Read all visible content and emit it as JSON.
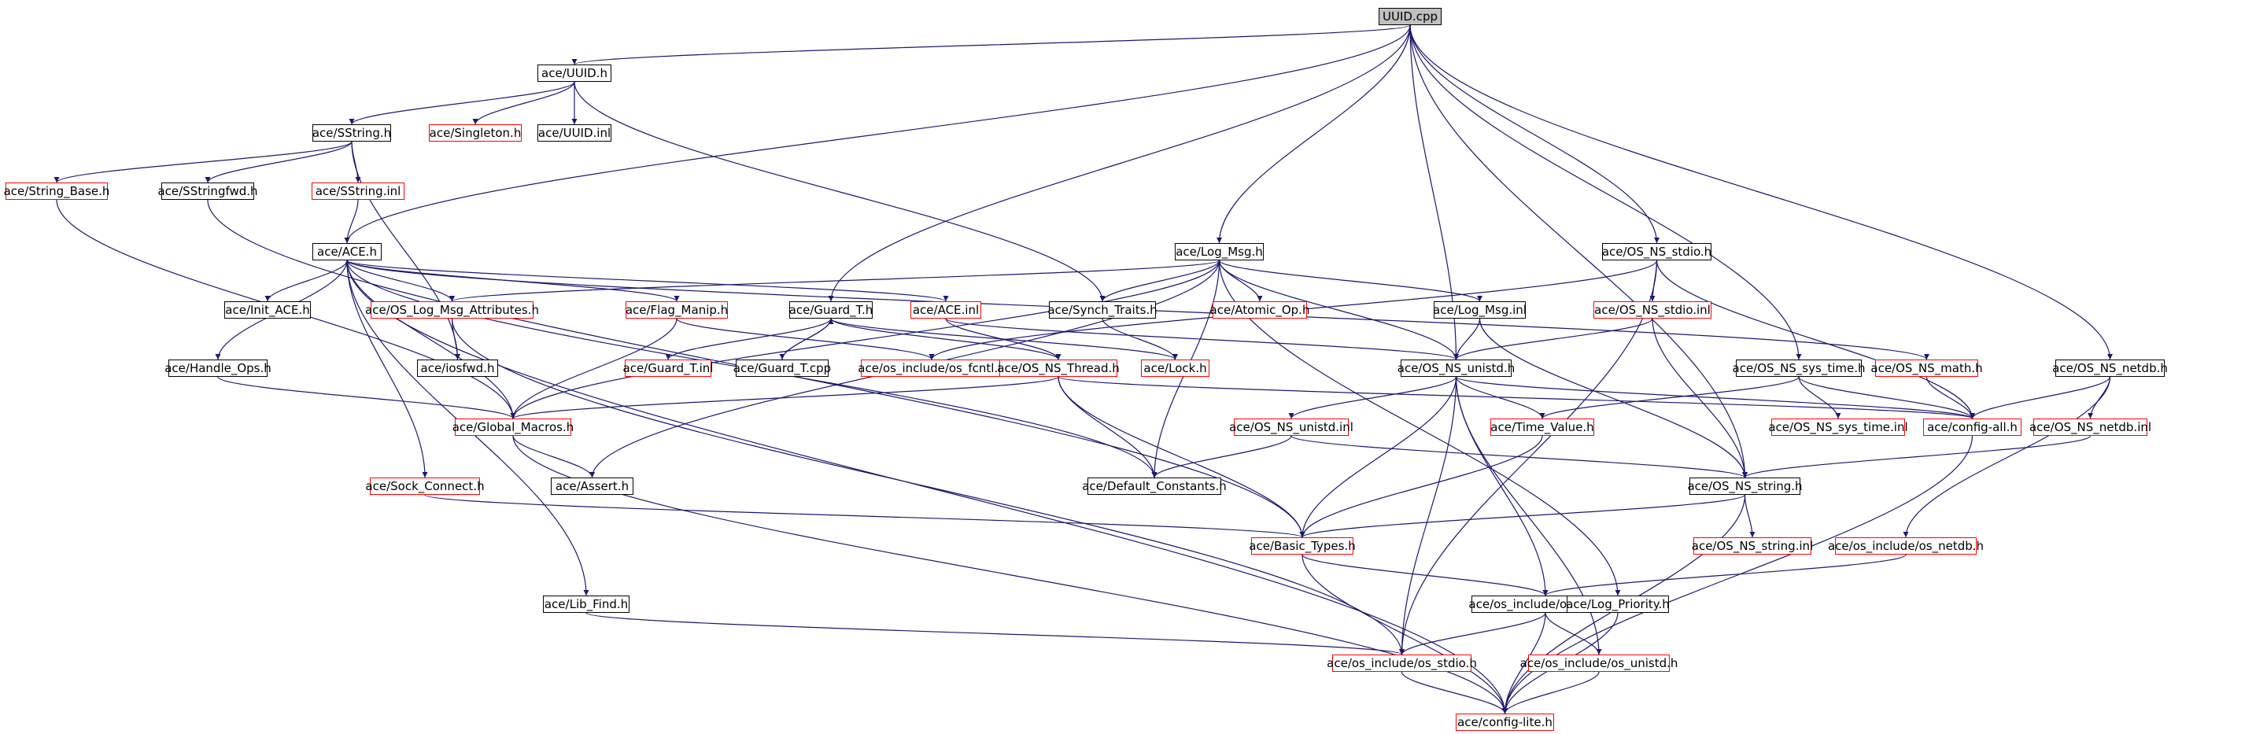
{
  "colors": {
    "edge": "#191970",
    "border_documented": "#000000",
    "border_undocumented": "#ff0000",
    "root_fill": "#bfbfbf"
  },
  "nodes": [
    {
      "id": "uuid_cpp",
      "label": "UUID.cpp",
      "style": "root"
    },
    {
      "id": "uuid_h",
      "label": "ace/UUID.h",
      "style": "normal"
    },
    {
      "id": "sstring_h",
      "label": "ace/SString.h",
      "style": "normal"
    },
    {
      "id": "singleton_h",
      "label": "ace/Singleton.h",
      "style": "missing"
    },
    {
      "id": "uuid_inl",
      "label": "ace/UUID.inl",
      "style": "normal"
    },
    {
      "id": "string_base_h",
      "label": "ace/String_Base.h",
      "style": "missing"
    },
    {
      "id": "sstringfwd_h",
      "label": "ace/SStringfwd.h",
      "style": "normal"
    },
    {
      "id": "sstring_inl",
      "label": "ace/SString.inl",
      "style": "missing"
    },
    {
      "id": "ace_h",
      "label": "ace/ACE.h",
      "style": "normal"
    },
    {
      "id": "log_msg_h",
      "label": "ace/Log_Msg.h",
      "style": "normal"
    },
    {
      "id": "os_ns_stdio_h",
      "label": "ace/OS_NS_stdio.h",
      "style": "normal"
    },
    {
      "id": "init_ace_h",
      "label": "ace/Init_ACE.h",
      "style": "normal"
    },
    {
      "id": "os_log_msg_attr_h",
      "label": "ace/OS_Log_Msg_Attributes.h",
      "style": "missing"
    },
    {
      "id": "flag_manip_h",
      "label": "ace/Flag_Manip.h",
      "style": "missing"
    },
    {
      "id": "guard_t_h",
      "label": "ace/Guard_T.h",
      "style": "normal"
    },
    {
      "id": "ace_inl",
      "label": "ace/ACE.inl",
      "style": "missing"
    },
    {
      "id": "synch_traits_h",
      "label": "ace/Synch_Traits.h",
      "style": "normal"
    },
    {
      "id": "atomic_op_h",
      "label": "ace/Atomic_Op.h",
      "style": "missing"
    },
    {
      "id": "log_msg_inl",
      "label": "ace/Log_Msg.inl",
      "style": "normal"
    },
    {
      "id": "os_ns_stdio_inl",
      "label": "ace/OS_NS_stdio.inl",
      "style": "missing"
    },
    {
      "id": "os_ns_math_h",
      "label": "ace/OS_NS_math.h",
      "style": "missing"
    },
    {
      "id": "os_ns_sys_time_h",
      "label": "ace/OS_NS_sys_time.h",
      "style": "normal"
    },
    {
      "id": "os_ns_netdb_h",
      "label": "ace/OS_NS_netdb.h",
      "style": "normal"
    },
    {
      "id": "handle_ops_h",
      "label": "ace/Handle_Ops.h",
      "style": "normal"
    },
    {
      "id": "iosfwd_h",
      "label": "ace/iosfwd.h",
      "style": "normal"
    },
    {
      "id": "guard_t_inl",
      "label": "ace/Guard_T.inl",
      "style": "missing"
    },
    {
      "id": "guard_t_cpp",
      "label": "ace/Guard_T.cpp",
      "style": "normal"
    },
    {
      "id": "os_fcntl_h",
      "label": "ace/os_include/os_fcntl.h",
      "style": "missing"
    },
    {
      "id": "os_ns_thread_h",
      "label": "ace/OS_NS_Thread.h",
      "style": "missing"
    },
    {
      "id": "lock_h",
      "label": "ace/Lock.h",
      "style": "missing"
    },
    {
      "id": "os_ns_unistd_h",
      "label": "ace/OS_NS_unistd.h",
      "style": "normal"
    },
    {
      "id": "os_ns_sys_time_inl",
      "label": "ace/OS_NS_sys_time.inl",
      "style": "missing"
    },
    {
      "id": "config_all_h",
      "label": "ace/config-all.h",
      "style": "missing"
    },
    {
      "id": "os_ns_netdb_inl",
      "label": "ace/OS_NS_netdb.inl",
      "style": "missing"
    },
    {
      "id": "global_macros_h",
      "label": "ace/Global_Macros.h",
      "style": "missing"
    },
    {
      "id": "os_ns_unistd_inl",
      "label": "ace/OS_NS_unistd.inl",
      "style": "missing"
    },
    {
      "id": "time_value_h",
      "label": "ace/Time_Value.h",
      "style": "missing"
    },
    {
      "id": "sock_connect_h",
      "label": "ace/Sock_Connect.h",
      "style": "missing"
    },
    {
      "id": "assert_h",
      "label": "ace/Assert.h",
      "style": "normal"
    },
    {
      "id": "default_constants_h",
      "label": "ace/Default_Constants.h",
      "style": "normal"
    },
    {
      "id": "os_ns_string_h",
      "label": "ace/OS_NS_string.h",
      "style": "normal"
    },
    {
      "id": "basic_types_h",
      "label": "ace/Basic_Types.h",
      "style": "missing"
    },
    {
      "id": "os_ns_string_inl",
      "label": "ace/OS_NS_string.inl",
      "style": "missing"
    },
    {
      "id": "os_netdb_h",
      "label": "ace/os_include/os_netdb.h",
      "style": "missing"
    },
    {
      "id": "lib_find_h",
      "label": "ace/Lib_Find.h",
      "style": "normal"
    },
    {
      "id": "os_limits_h",
      "label": "ace/os_include/os_limits.h",
      "style": "normal"
    },
    {
      "id": "log_priority_h",
      "label": "ace/Log_Priority.h",
      "style": "normal"
    },
    {
      "id": "os_stdio_h",
      "label": "ace/os_include/os_stdio.h",
      "style": "missing"
    },
    {
      "id": "os_unistd_h",
      "label": "ace/os_include/os_unistd.h",
      "style": "missing"
    },
    {
      "id": "config_lite_h",
      "label": "ace/config-lite.h",
      "style": "missing"
    }
  ],
  "edges": [
    [
      "uuid_cpp",
      "uuid_h"
    ],
    [
      "uuid_cpp",
      "ace_h"
    ],
    [
      "uuid_cpp",
      "log_msg_h"
    ],
    [
      "uuid_cpp",
      "guard_t_h"
    ],
    [
      "uuid_cpp",
      "os_ns_stdio_h"
    ],
    [
      "uuid_cpp",
      "os_ns_unistd_h"
    ],
    [
      "uuid_cpp",
      "os_ns_sys_time_h"
    ],
    [
      "uuid_cpp",
      "os_ns_netdb_h"
    ],
    [
      "uuid_cpp",
      "os_ns_string_h"
    ],
    [
      "uuid_h",
      "sstring_h"
    ],
    [
      "uuid_h",
      "singleton_h"
    ],
    [
      "uuid_h",
      "uuid_inl"
    ],
    [
      "uuid_h",
      "synch_traits_h"
    ],
    [
      "sstring_h",
      "string_base_h"
    ],
    [
      "sstring_h",
      "sstringfwd_h"
    ],
    [
      "sstring_h",
      "sstring_inl"
    ],
    [
      "sstring_h",
      "iosfwd_h"
    ],
    [
      "sstring_inl",
      "ace_h"
    ],
    [
      "string_base_h",
      "global_macros_h"
    ],
    [
      "sstringfwd_h",
      "basic_types_h"
    ],
    [
      "ace_h",
      "init_ace_h"
    ],
    [
      "ace_h",
      "os_log_msg_attr_h"
    ],
    [
      "ace_h",
      "flag_manip_h"
    ],
    [
      "ace_h",
      "ace_inl"
    ],
    [
      "ace_h",
      "handle_ops_h"
    ],
    [
      "ace_h",
      "sock_connect_h"
    ],
    [
      "ace_h",
      "lib_find_h"
    ],
    [
      "ace_h",
      "config_lite_h"
    ],
    [
      "ace_h",
      "global_macros_h"
    ],
    [
      "ace_h",
      "default_constants_h"
    ],
    [
      "ace_h",
      "os_ns_math_h"
    ],
    [
      "log_msg_h",
      "atomic_op_h"
    ],
    [
      "log_msg_h",
      "synch_traits_h"
    ],
    [
      "log_msg_h",
      "log_msg_inl"
    ],
    [
      "log_msg_h",
      "os_log_msg_attr_h"
    ],
    [
      "log_msg_h",
      "global_macros_h"
    ],
    [
      "log_msg_h",
      "assert_h"
    ],
    [
      "log_msg_h",
      "default_constants_h"
    ],
    [
      "log_msg_h",
      "log_priority_h"
    ],
    [
      "log_msg_h",
      "os_ns_unistd_h"
    ],
    [
      "os_ns_stdio_h",
      "os_ns_stdio_inl"
    ],
    [
      "os_ns_stdio_h",
      "config_all_h"
    ],
    [
      "os_ns_stdio_h",
      "os_stdio_h"
    ],
    [
      "os_ns_stdio_h",
      "os_fcntl_h"
    ],
    [
      "os_log_msg_attr_h",
      "iosfwd_h"
    ],
    [
      "os_log_msg_attr_h",
      "os_stdio_h"
    ],
    [
      "flag_manip_h",
      "global_macros_h"
    ],
    [
      "flag_manip_h",
      "os_fcntl_h"
    ],
    [
      "guard_t_h",
      "guard_t_inl"
    ],
    [
      "guard_t_h",
      "guard_t_cpp"
    ],
    [
      "guard_t_h",
      "os_ns_thread_h"
    ],
    [
      "guard_t_h",
      "lock_h"
    ],
    [
      "guard_t_cpp",
      "guard_t_h"
    ],
    [
      "ace_inl",
      "os_ns_thread_h"
    ],
    [
      "ace_inl",
      "os_ns_unistd_h"
    ],
    [
      "synch_traits_h",
      "lock_h"
    ],
    [
      "log_msg_inl",
      "os_ns_unistd_h"
    ],
    [
      "log_msg_inl",
      "os_ns_string_h"
    ],
    [
      "os_ns_stdio_inl",
      "os_ns_unistd_h"
    ],
    [
      "os_ns_stdio_inl",
      "os_ns_string_h"
    ],
    [
      "os_ns_math_h",
      "config_all_h"
    ],
    [
      "os_ns_sys_time_h",
      "os_ns_sys_time_inl"
    ],
    [
      "os_ns_sys_time_h",
      "config_all_h"
    ],
    [
      "os_ns_sys_time_h",
      "time_value_h"
    ],
    [
      "os_ns_netdb_h",
      "os_ns_netdb_inl"
    ],
    [
      "os_ns_netdb_h",
      "config_all_h"
    ],
    [
      "os_ns_netdb_h",
      "os_netdb_h"
    ],
    [
      "handle_ops_h",
      "global_macros_h"
    ],
    [
      "os_ns_thread_h",
      "global_macros_h"
    ],
    [
      "os_ns_thread_h",
      "default_constants_h"
    ],
    [
      "os_ns_thread_h",
      "basic_types_h"
    ],
    [
      "os_ns_thread_h",
      "config_all_h"
    ],
    [
      "os_ns_unistd_h",
      "os_ns_unistd_inl"
    ],
    [
      "os_ns_unistd_h",
      "time_value_h"
    ],
    [
      "os_ns_unistd_h",
      "basic_types_h"
    ],
    [
      "os_ns_unistd_h",
      "os_stdio_h"
    ],
    [
      "os_ns_unistd_h",
      "os_unistd_h"
    ],
    [
      "os_ns_unistd_h",
      "config_all_h"
    ],
    [
      "os_ns_unistd_h",
      "os_limits_h"
    ],
    [
      "os_ns_netdb_inl",
      "os_ns_string_h"
    ],
    [
      "config_all_h",
      "config_lite_h"
    ],
    [
      "global_macros_h",
      "assert_h"
    ],
    [
      "global_macros_h",
      "config_lite_h"
    ],
    [
      "os_ns_unistd_inl",
      "default_constants_h"
    ],
    [
      "os_ns_unistd_inl",
      "os_ns_string_h"
    ],
    [
      "time_value_h",
      "basic_types_h"
    ],
    [
      "sock_connect_h",
      "basic_types_h"
    ],
    [
      "os_ns_string_h",
      "basic_types_h"
    ],
    [
      "os_ns_string_h",
      "os_ns_string_inl"
    ],
    [
      "os_ns_string_h",
      "config_lite_h"
    ],
    [
      "basic_types_h",
      "os_limits_h"
    ],
    [
      "basic_types_h",
      "config_lite_h"
    ],
    [
      "os_netdb_h",
      "os_limits_h"
    ],
    [
      "lib_find_h",
      "os_stdio_h"
    ],
    [
      "os_limits_h",
      "os_stdio_h"
    ],
    [
      "os_limits_h",
      "os_unistd_h"
    ],
    [
      "os_limits_h",
      "config_lite_h"
    ],
    [
      "log_priority_h",
      "config_lite_h"
    ],
    [
      "os_stdio_h",
      "config_lite_h"
    ],
    [
      "os_unistd_h",
      "config_lite_h"
    ]
  ]
}
